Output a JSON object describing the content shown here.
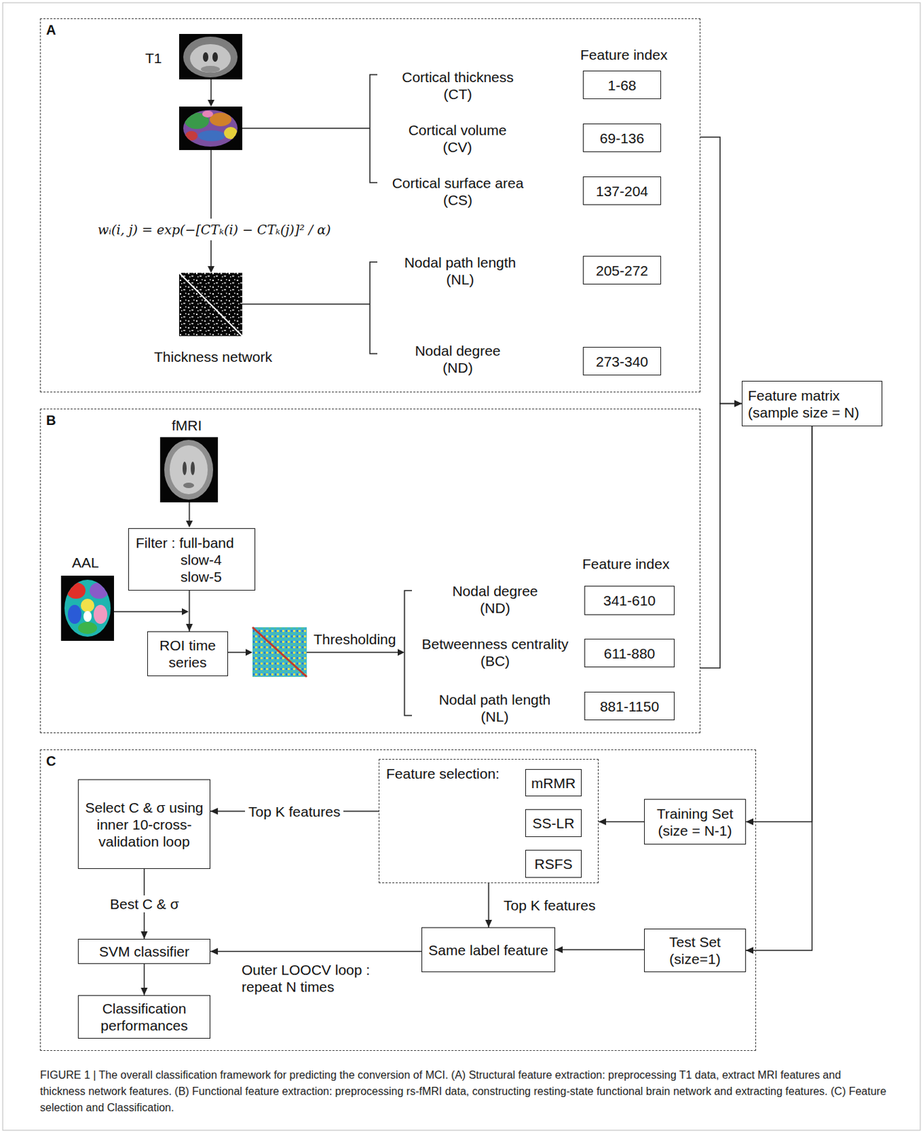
{
  "diagram": {
    "caption": "FIGURE 1 | The overall classification framework for predicting the conversion of MCI. (A) Structural feature extraction: preprocessing T1 data, extract MRI features and thickness network features. (B) Functional feature extraction: preprocessing rs-fMRI data, constructing resting-state functional brain network and extracting features. (C) Feature selection and Classification.",
    "nodes": [
      {
        "text": [
          "A"
        ]
      },
      {
        "text": [
          "1-68"
        ],
        "in": 0
      },
      {
        "text": [
          "69-136"
        ],
        "in": 0
      },
      {
        "text": [
          "137-204"
        ],
        "in": 0
      },
      {
        "text": [
          "205-272"
        ],
        "in": 0
      },
      {
        "text": [
          "273-340"
        ],
        "in": 0
      },
      {
        "text": [
          "B"
        ]
      },
      {
        "text": [
          "Filter : full-band slow-4 slow-5"
        ],
        "in": 6
      },
      {
        "text": [
          "ROI time series"
        ],
        "in": 6
      },
      {
        "text": [
          "341-610"
        ],
        "in": 6
      },
      {
        "text": [
          "611-880"
        ],
        "in": 6
      },
      {
        "text": [
          "881-1150"
        ],
        "in": 6
      },
      {
        "text": [
          "Feature matrix (sample size = N)"
        ]
      },
      {
        "text": [
          "C"
        ]
      },
      {
        "text": [
          "Select C & σ using inner 10-cross-validation loop"
        ],
        "in": 13
      },
      {
        "text": [
          "Feature selection:"
        ],
        "in": 13
      },
      {
        "text": [
          "mRMR"
        ],
        "in": 15
      },
      {
        "text": [
          "SS-LR"
        ],
        "in": 15
      },
      {
        "text": [
          "RSFS"
        ],
        "in": 15
      },
      {
        "text": [
          "Training Set (size = N-1)"
        ],
        "in": 13
      },
      {
        "text": [
          "SVM classifier"
        ],
        "in": 13
      },
      {
        "text": [
          "Same label feature"
        ],
        "in": 13
      },
      {
        "text": [
          "Test Set (size=1)"
        ],
        "in": 13
      },
      {
        "text": [
          "Classification performances"
        ],
        "in": 13
      }
    ],
    "edges": [
      {
        "from": 0,
        "to": 12,
        "arrow": "to"
      },
      {
        "from": 6,
        "to": 12,
        "arrow": "to"
      },
      {
        "from": 12,
        "to": 19,
        "arrow": "to"
      },
      {
        "from": 12,
        "to": 22,
        "arrow": "to"
      },
      {
        "from": 19,
        "to": 15,
        "arrow": "to"
      },
      {
        "from": 15,
        "to": 14,
        "label": "Top K features",
        "arrow": "to"
      },
      {
        "from": 15,
        "to": 21,
        "label": "Top K features",
        "arrow": "to"
      },
      {
        "from": 22,
        "to": 21,
        "arrow": "to"
      },
      {
        "from": 21,
        "to": 20,
        "label": "Outer LOOCV loop : repeat N times",
        "arrow": "to"
      },
      {
        "from": 14,
        "to": 20,
        "label": "Best C & σ",
        "arrow": "to"
      },
      {
        "from": 20,
        "to": 23,
        "arrow": "to"
      },
      {
        "from": 7,
        "to": 8,
        "arrow": "to"
      }
    ],
    "labels": [
      "Feature index",
      "T1",
      "Cortical thickness (CT)",
      "Cortical volume (CV)",
      "Cortical surface area (CS)",
      "wᵢ(i, j) = exp(−[CTₖ(i) − CTₖ(j)]² / α)",
      "Thickness network",
      "Nodal path length (NL)",
      "Nodal degree (ND)",
      "fMRI",
      "AAL",
      "Feature index",
      "Thresholding",
      "Nodal degree (ND)",
      "Betweenness centrality (BC)",
      "Nodal path length (NL)"
    ]
  }
}
